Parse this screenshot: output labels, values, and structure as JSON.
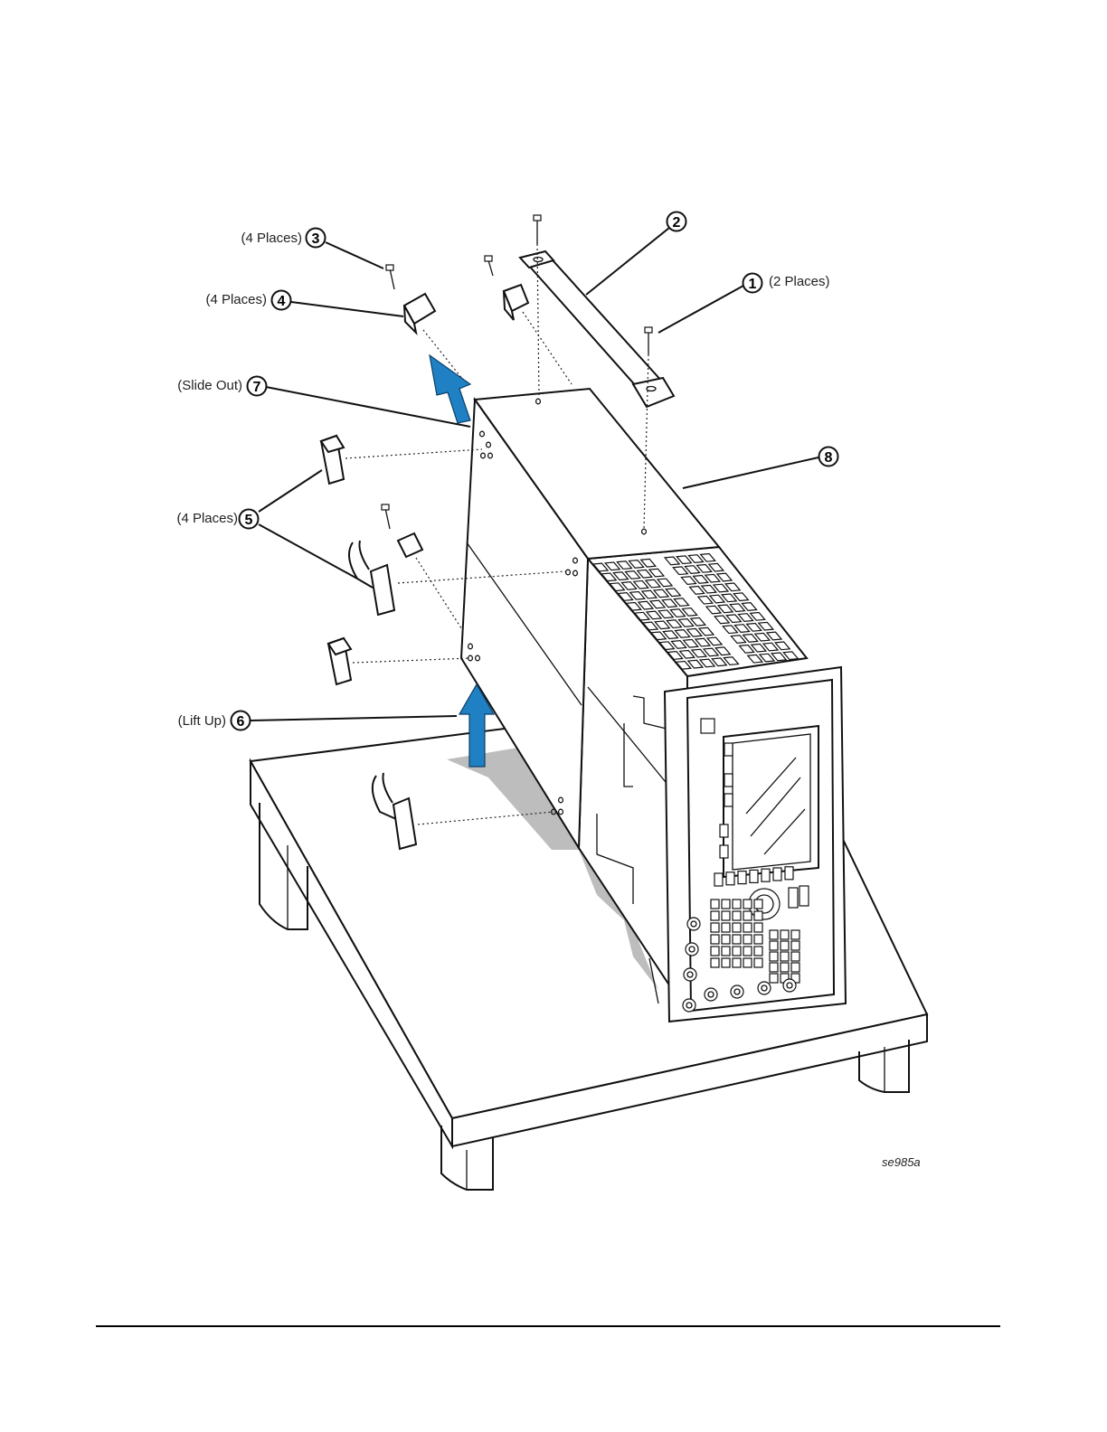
{
  "diagram": {
    "figure_id": "se985a",
    "accent_color": "#1f80c4",
    "shadow_color": "#bdbdbd",
    "callouts": [
      {
        "number": "1",
        "label": "(2 Places)"
      },
      {
        "number": "2",
        "label": ""
      },
      {
        "number": "3",
        "label": "(4 Places)"
      },
      {
        "number": "4",
        "label": "(4 Places)"
      },
      {
        "number": "5",
        "label": "(4 Places)"
      },
      {
        "number": "6",
        "label": "(Lift Up)"
      },
      {
        "number": "7",
        "label": "(Slide Out)"
      },
      {
        "number": "8",
        "label": ""
      }
    ]
  }
}
